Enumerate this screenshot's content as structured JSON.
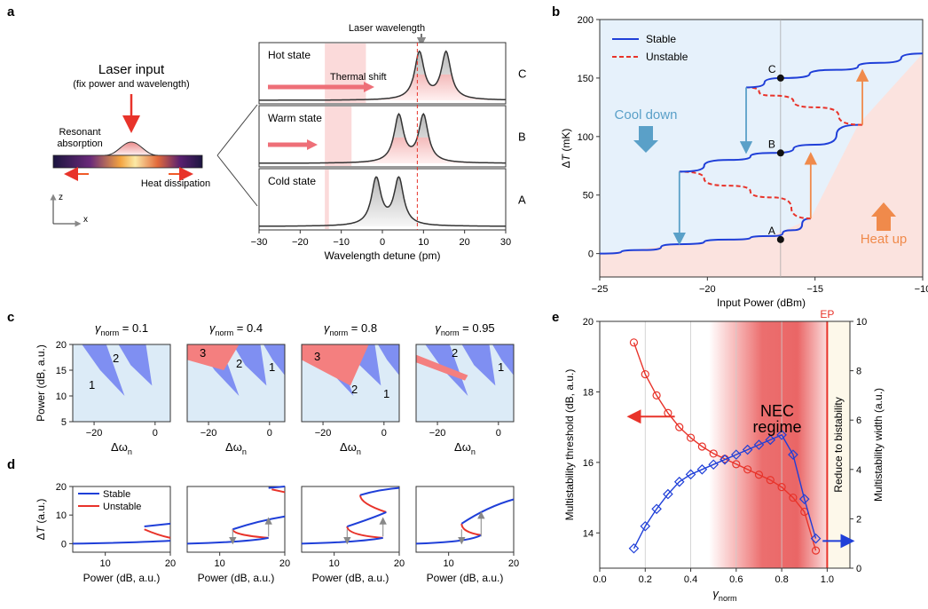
{
  "panels": {
    "a": {
      "label": "a",
      "laser_input": "Laser input",
      "laser_sub": "(fix power and wavelength)",
      "resonant": [
        "Resonant",
        "absorption"
      ],
      "heat": "Heat dissipation",
      "axis_z": "z",
      "axis_x": "x",
      "laser_wavelength": "Laser wavelength",
      "thermal_shift": "Thermal shift",
      "states": [
        {
          "name": "Hot state",
          "letter": "C",
          "peaks": [
            9,
            15.5
          ],
          "shade": [
            -14,
            -4
          ]
        },
        {
          "name": "Warm state",
          "letter": "B",
          "peaks": [
            4,
            10
          ],
          "shade": [
            -14,
            -7.5
          ]
        },
        {
          "name": "Cold state",
          "letter": "A",
          "peaks": [
            -1.5,
            4
          ],
          "shade": [
            -14,
            -13
          ]
        }
      ],
      "x_ticks": [
        "−30",
        "−20",
        "−10",
        "0",
        "10",
        "20",
        "30"
      ],
      "xlabel": "Wavelength detune (pm)"
    },
    "b": {
      "label": "b",
      "legend_stable": "Stable",
      "legend_unstable": "Unstable",
      "cool": "Cool down",
      "heat": "Heat up",
      "points": [
        "C",
        "B",
        "A"
      ],
      "x_ticks": [
        "−25",
        "−20",
        "−15",
        "−10"
      ],
      "y_ticks": [
        "0",
        "50",
        "100",
        "150",
        "200"
      ],
      "xlabel": "Input Power (dBm)",
      "ylabel_delta": "Δ",
      "ylabel_T": "T",
      "ylabel_unit": " (mK)"
    },
    "c": {
      "label": "c",
      "gamma_sym": "γ",
      "gamma_sub": "norm",
      "gammas": [
        "= 0.1",
        "= 0.4",
        "= 0.8",
        "= 0.95"
      ],
      "ylabel": "Power (dB, a.u.)",
      "y_ticks": [
        "5",
        "10",
        "15",
        "20"
      ],
      "x_ticks": [
        "−20",
        "0"
      ],
      "xlabel_sym": "Δω",
      "xlabel_sub": "n",
      "regions": [
        [
          "1",
          "2"
        ],
        [
          "3",
          "2",
          "1"
        ],
        [
          "3",
          "2",
          "1"
        ],
        [
          "2",
          "1"
        ]
      ]
    },
    "d": {
      "label": "d",
      "legend_stable": "Stable",
      "legend_unstable": "Unstable",
      "y_ticks": [
        "0",
        "10",
        "20"
      ],
      "x_ticks": [
        "10",
        "20"
      ],
      "xlabel": "Power (dB, a.u.)",
      "ylabel_delta": "Δ",
      "ylabel_T": "T",
      "ylabel_unit": " (a.u.)"
    },
    "e": {
      "label": "e",
      "ep": "EP",
      "nec": [
        "NEC",
        "regime"
      ],
      "reduce": "Reduce to bistability",
      "ylabel_left": "Multistability threshold (dB, a.u.)",
      "ylabel_right": "Multistability width (a.u.)",
      "y_ticks_left": [
        "14",
        "16",
        "18",
        "20"
      ],
      "y_ticks_right": [
        "0",
        "2",
        "4",
        "6",
        "8",
        "10"
      ],
      "x_ticks": [
        "0.0",
        "0.2",
        "0.4",
        "0.6",
        "0.8",
        "1.0"
      ],
      "xlabel_sym": "γ",
      "xlabel_sub": "norm"
    }
  },
  "chart_data": [
    {
      "type": "line",
      "panel": "b",
      "xlabel": "Input Power (dBm)",
      "ylabel": "ΔT (mK)",
      "xlim": [
        -25,
        -10
      ],
      "ylim": [
        -20,
        200
      ],
      "series": [
        {
          "name": "Stable",
          "x": [
            -25,
            -23,
            -21.3,
            -19,
            -17,
            -16,
            -15.2
          ],
          "y": [
            0,
            3,
            8,
            12,
            15,
            20,
            30
          ]
        },
        {
          "name": "Unstable",
          "x": [
            -15.2,
            -17,
            -19,
            -21.3
          ],
          "y": [
            30,
            48,
            58,
            70
          ]
        },
        {
          "name": "Stable",
          "x": [
            -21.3,
            -19,
            -17,
            -15,
            -13
          ],
          "y": [
            70,
            80,
            86,
            93,
            110
          ]
        },
        {
          "name": "Unstable",
          "x": [
            -12.8,
            -15,
            -17,
            -18.2
          ],
          "y": [
            110,
            125,
            135,
            142
          ]
        },
        {
          "name": "Stable",
          "x": [
            -18.2,
            -16.5,
            -14,
            -12,
            -10
          ],
          "y": [
            142,
            150,
            157,
            163,
            171
          ]
        }
      ],
      "points": [
        {
          "label": "A",
          "x": -16.6,
          "y": 12
        },
        {
          "label": "B",
          "x": -16.6,
          "y": 86
        },
        {
          "label": "C",
          "x": -16.6,
          "y": 150
        }
      ]
    },
    {
      "type": "line",
      "panel": "e",
      "xlabel": "γnorm",
      "xlim": [
        0,
        1.1
      ],
      "series": [
        {
          "name": "Multistability threshold (dB, a.u.)",
          "axis": "left",
          "x": [
            0.15,
            0.2,
            0.25,
            0.3,
            0.35,
            0.4,
            0.45,
            0.5,
            0.55,
            0.6,
            0.65,
            0.7,
            0.75,
            0.8,
            0.85,
            0.9,
            0.95
          ],
          "y": [
            19.4,
            18.5,
            17.9,
            17.4,
            17.0,
            16.7,
            16.45,
            16.25,
            16.1,
            15.95,
            15.8,
            15.65,
            15.5,
            15.3,
            15.0,
            14.6,
            13.5
          ]
        },
        {
          "name": "Multistability width (a.u.)",
          "axis": "right",
          "x": [
            0.15,
            0.2,
            0.25,
            0.3,
            0.35,
            0.4,
            0.45,
            0.5,
            0.55,
            0.6,
            0.65,
            0.7,
            0.75,
            0.8,
            0.85,
            0.9,
            0.95
          ],
          "y": [
            0.8,
            1.7,
            2.4,
            3.0,
            3.5,
            3.8,
            4.0,
            4.2,
            4.4,
            4.6,
            4.8,
            5.0,
            5.2,
            5.4,
            4.6,
            2.8,
            1.2
          ]
        }
      ],
      "ylim_left": [
        13,
        20
      ],
      "ylim_right": [
        0,
        10
      ]
    }
  ]
}
